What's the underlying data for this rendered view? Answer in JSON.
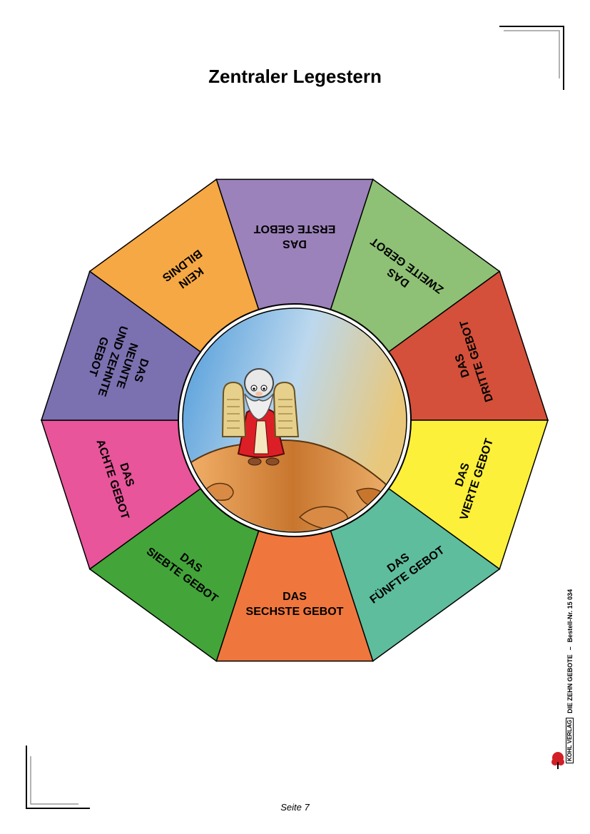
{
  "page": {
    "title": "Zentraler Legestern",
    "footer": "Seite 7"
  },
  "sidebar": {
    "publisher": "KOHL VERLAG",
    "book": "DIE ZEHN GEBOTE",
    "separator": "–",
    "order": "Bestell-Nr. 15 034"
  },
  "center_image": {
    "description_icon": "moses-with-tablets-icon"
  },
  "segments": [
    {
      "lines": [
        "DAS",
        "ERSTE GEBOT"
      ],
      "color": "#9b82ba"
    },
    {
      "lines": [
        "DAS",
        "ZWEITE GEBOT"
      ],
      "color": "#8ec175"
    },
    {
      "lines": [
        "DAS",
        "DRITTE GEBOT"
      ],
      "color": "#d4503a"
    },
    {
      "lines": [
        "DAS",
        "VIERTE GEBOT"
      ],
      "color": "#fdf03a"
    },
    {
      "lines": [
        "DAS",
        "FÜNFTE GEBOT"
      ],
      "color": "#5ebd9c"
    },
    {
      "lines": [
        "DAS",
        "SECHSTE GEBOT"
      ],
      "color": "#ef773e"
    },
    {
      "lines": [
        "DAS",
        "SIEBTE GEBOT"
      ],
      "color": "#43a43a"
    },
    {
      "lines": [
        "DAS",
        "ACHTE GEBOT"
      ],
      "color": "#e8559a"
    },
    {
      "lines": [
        "DAS",
        "NEUNTE",
        "UND ZEHNTE",
        "GEBOT"
      ],
      "color": "#7b71b0"
    },
    {
      "lines": [
        "KEIN",
        "BILDNIS"
      ],
      "color": "#f6a844"
    }
  ]
}
